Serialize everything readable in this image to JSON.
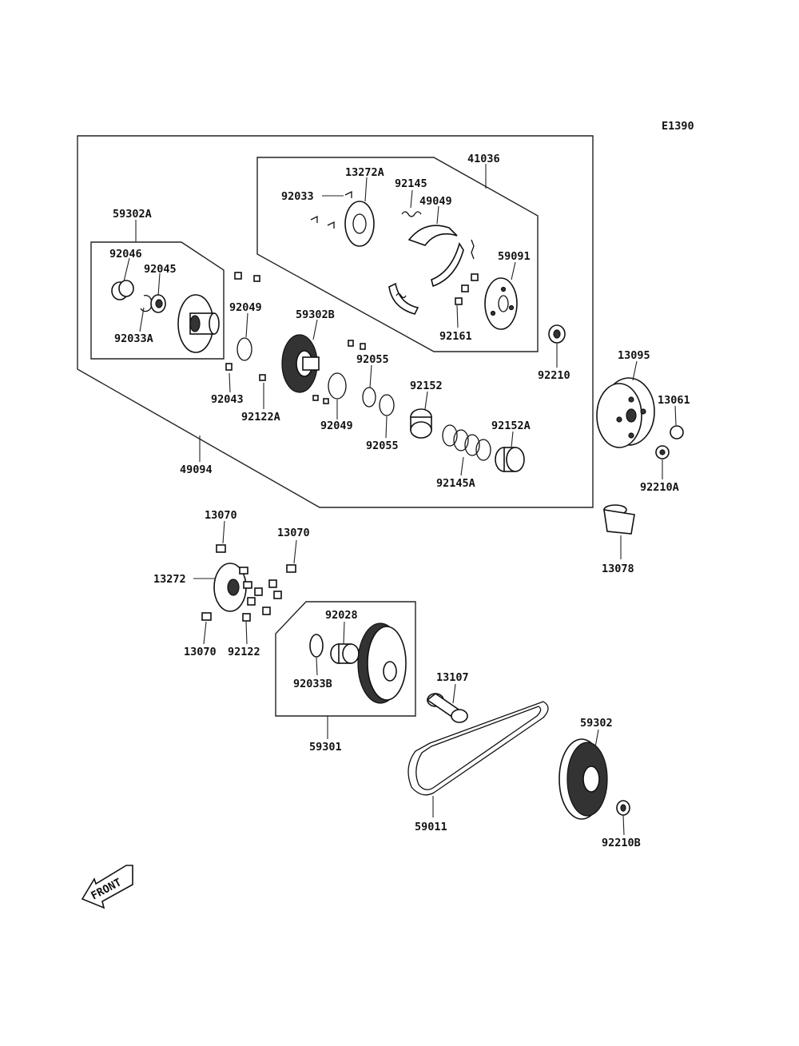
{
  "diagram_code": "E1390",
  "front_label": "FRONT",
  "labels": {
    "p59302A": "59302A",
    "p92046": "92046",
    "p92045": "92045",
    "p92033A": "92033A",
    "p92049a": "92049",
    "p59302B": "59302B",
    "p92043": "92043",
    "p92122A": "92122A",
    "p92049b": "92049",
    "p92055a": "92055",
    "p92055b": "92055",
    "p92152": "92152",
    "p92152A": "92152A",
    "p92145A": "92145A",
    "p49094": "49094",
    "p41036": "41036",
    "p13272A": "13272A",
    "p92033": "92033",
    "p92145": "92145",
    "p49049": "49049",
    "p59091": "59091",
    "p92161": "92161",
    "p92210": "92210",
    "p13095": "13095",
    "p13061": "13061",
    "p92210A": "92210A",
    "p13078": "13078",
    "p13070a": "13070",
    "p13070b": "13070",
    "p13070c": "13070",
    "p13272": "13272",
    "p92122": "92122",
    "p92028": "92028",
    "p92033B": "92033B",
    "p59301": "59301",
    "p13107": "13107",
    "p59302": "59302",
    "p59011": "59011",
    "p92210B": "92210B"
  }
}
